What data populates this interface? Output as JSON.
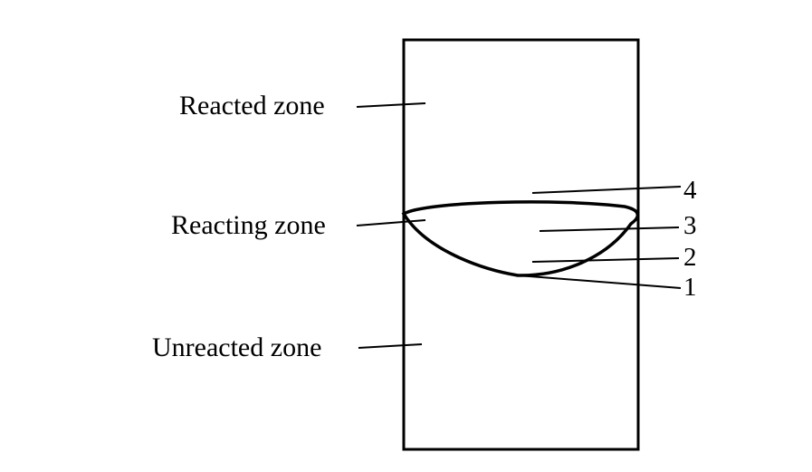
{
  "diagram": {
    "zones": {
      "reacted": "Reacted zone",
      "reacting": "Reacting zone",
      "unreacted": "Unreacted zone"
    },
    "markers": [
      "4",
      "3",
      "2",
      "1"
    ]
  },
  "colors": {
    "ink": "#000000",
    "background": "#ffffff"
  }
}
